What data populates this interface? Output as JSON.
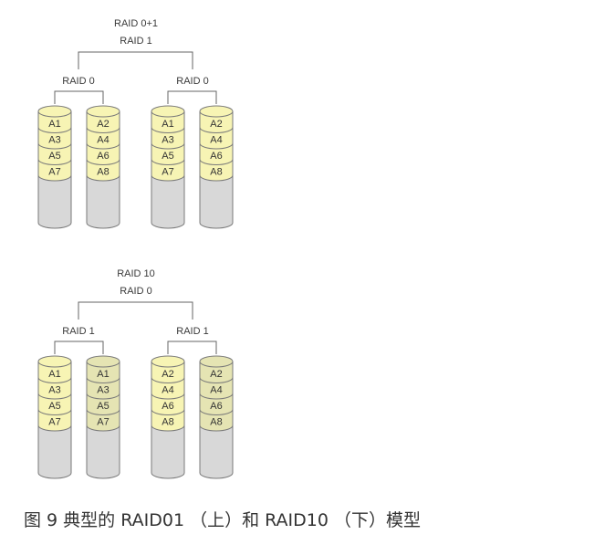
{
  "colors": {
    "data_fill": "#f7f4b4",
    "mirror_fill": "#e5e4b3",
    "empty_fill": "#d8d8d8",
    "stroke": "#7a7a7a",
    "line": "#666666"
  },
  "diagrams": [
    {
      "top_label_1": "RAID 0+1",
      "top_label_2": "RAID 1",
      "groups": [
        {
          "label": "RAID 0",
          "disks": [
            {
              "segments": [
                "A1",
                "A3",
                "A5",
                "A7"
              ],
              "style": "data"
            },
            {
              "segments": [
                "A2",
                "A4",
                "A6",
                "A8"
              ],
              "style": "data"
            }
          ]
        },
        {
          "label": "RAID 0",
          "disks": [
            {
              "segments": [
                "A1",
                "A3",
                "A5",
                "A7"
              ],
              "style": "data"
            },
            {
              "segments": [
                "A2",
                "A4",
                "A6",
                "A8"
              ],
              "style": "data"
            }
          ]
        }
      ]
    },
    {
      "top_label_1": "RAID 10",
      "top_label_2": "RAID 0",
      "groups": [
        {
          "label": "RAID 1",
          "disks": [
            {
              "segments": [
                "A1",
                "A3",
                "A5",
                "A7"
              ],
              "style": "data"
            },
            {
              "segments": [
                "A1",
                "A3",
                "A5",
                "A7"
              ],
              "style": "mirror"
            }
          ]
        },
        {
          "label": "RAID 1",
          "disks": [
            {
              "segments": [
                "A2",
                "A4",
                "A6",
                "A8"
              ],
              "style": "data"
            },
            {
              "segments": [
                "A2",
                "A4",
                "A6",
                "A8"
              ],
              "style": "mirror"
            }
          ]
        }
      ]
    }
  ],
  "caption": "图 9 典型的 RAID01 （上）和 RAID10 （下）模型"
}
